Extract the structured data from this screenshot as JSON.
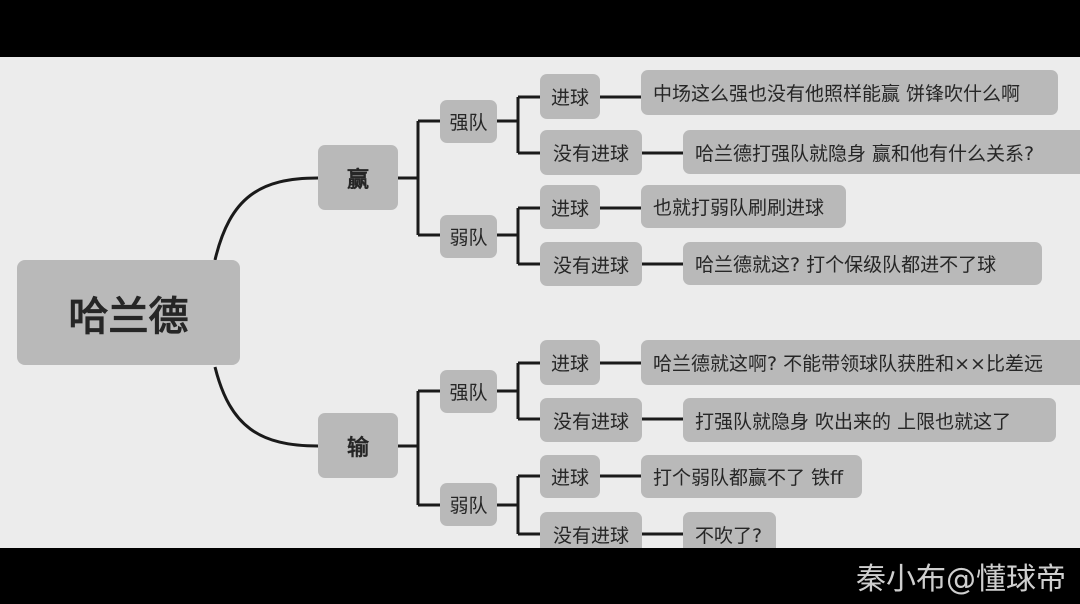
{
  "root": "哈兰德",
  "branches": [
    {
      "label": "赢",
      "groups": [
        {
          "label": "强队",
          "items": [
            {
              "label": "进球",
              "comment": "中场这么强也没有他照样能赢 饼锋吹什么啊"
            },
            {
              "label": "没有进球",
              "comment": "哈兰德打强队就隐身 赢和他有什么关系?"
            }
          ]
        },
        {
          "label": "弱队",
          "items": [
            {
              "label": "进球",
              "comment": "也就打弱队刷刷进球"
            },
            {
              "label": "没有进球",
              "comment": "哈兰德就这? 打个保级队都进不了球"
            }
          ]
        }
      ]
    },
    {
      "label": "输",
      "groups": [
        {
          "label": "强队",
          "items": [
            {
              "label": "进球",
              "comment": "哈兰德就这啊? 不能带领球队获胜和××比差远"
            },
            {
              "label": "没有进球",
              "comment": "打强队就隐身 吹出来的 上限也就这了"
            }
          ]
        },
        {
          "label": "弱队",
          "items": [
            {
              "label": "进球",
              "comment": "打个弱队都赢不了 铁ff"
            },
            {
              "label": "没有进球",
              "comment": "不吹了?"
            }
          ]
        }
      ]
    }
  ],
  "credit": "秦小布@懂球帝"
}
